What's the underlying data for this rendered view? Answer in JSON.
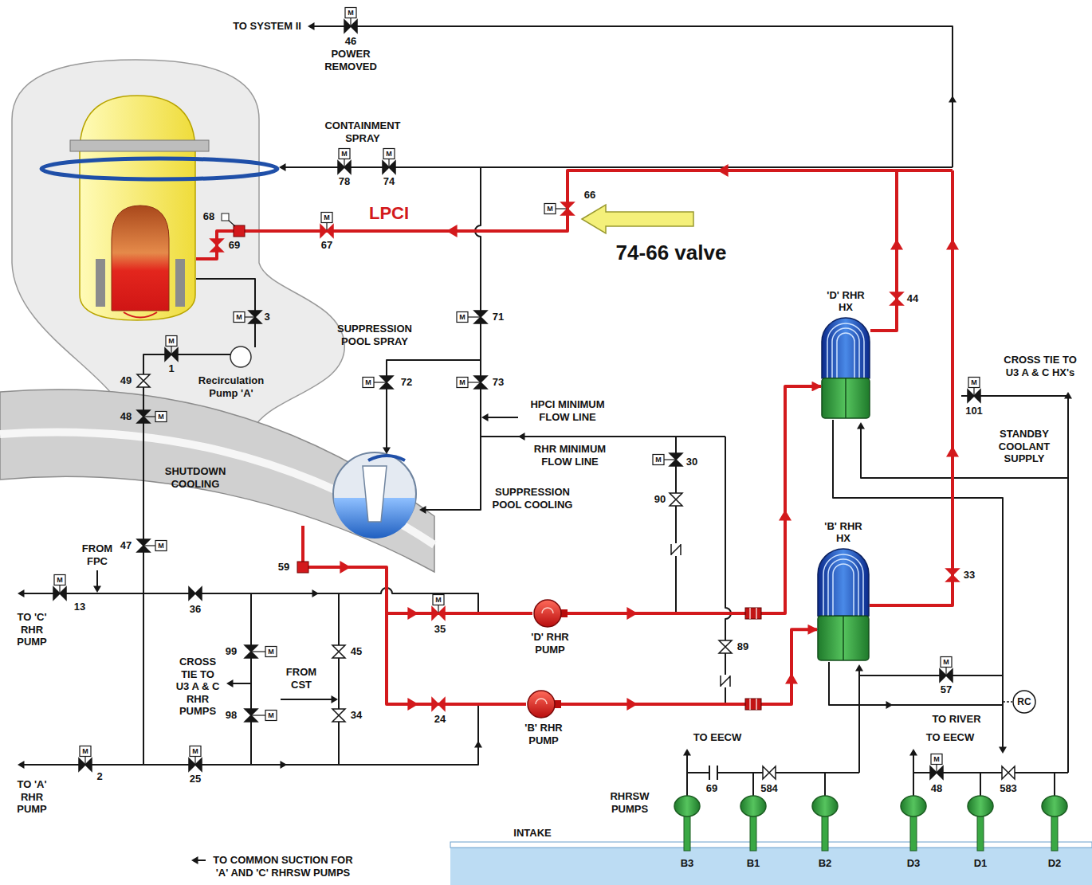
{
  "diagram": {
    "nodes": [
      {
        "text": [
          "'D' RHR HX"
        ]
      },
      {
        "text": [
          "'B' RHR HX"
        ]
      },
      {
        "text": [
          "'D' RHR PUMP"
        ]
      },
      {
        "text": [
          "'B' RHR PUMP"
        ]
      },
      {
        "text": [
          "RC"
        ]
      }
    ],
    "edges": [
      {
        "from": 2,
        "to": 0,
        "arrow": "to"
      },
      {
        "from": 3,
        "to": 1,
        "arrow": "to"
      }
    ],
    "labels": [
      "TO SYSTEM II",
      "46",
      "POWER REMOVED",
      "CONTAINMENT SPRAY",
      "78",
      "74",
      "68",
      "69",
      "LPCI",
      "67",
      "66",
      "74-66 valve",
      "71",
      "SUPPRESSION POOL SPRAY",
      "72",
      "73",
      "HPCI MINIMUM FLOW LINE",
      "RHR MINIMUM FLOW LINE",
      "30",
      "90",
      "SUPPRESSION POOL COOLING",
      "3",
      "1",
      "Recirculation Pump 'A'",
      "49",
      "48",
      "SHUTDOWN COOLING",
      "47",
      "FROM FPC",
      "13",
      "TO 'C' RHR PUMP",
      "36",
      "CROSS TIE TO U3 A & C RHR PUMPS",
      "99",
      "98",
      "FROM CST",
      "45",
      "34",
      "TO 'A' RHR PUMP",
      "2",
      "25",
      "59",
      "35",
      "24",
      "89",
      "44",
      "33",
      "CROSS TIE TO U3 A & C HX's",
      "101",
      "STANDBY COOLANT SUPPLY",
      "57",
      "TO RIVER",
      "TO EECW",
      "69",
      "RHRSW PUMPS",
      "584",
      "TO EECW",
      "48",
      "583",
      "INTAKE",
      "B3",
      "B1",
      "B2",
      "D3",
      "D1",
      "D2",
      "TO COMMON SUCTION FOR 'A' AND 'C' RHRSW PUMPS",
      "M",
      "M",
      "M",
      "M",
      "M",
      "M",
      "M",
      "M",
      "M",
      "M",
      "M",
      "M",
      "M",
      "M",
      "M",
      "M",
      "M",
      "M",
      "M",
      "M",
      "M",
      "M"
    ]
  }
}
